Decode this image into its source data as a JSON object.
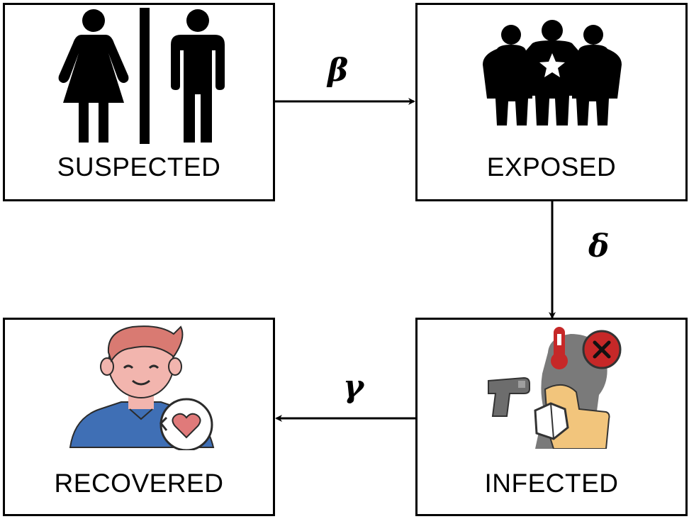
{
  "compartments": {
    "suspected": {
      "label": "SUSPECTED"
    },
    "exposed": {
      "label": "EXPOSED"
    },
    "infected": {
      "label": "INFECTED"
    },
    "recovered": {
      "label": "RECOVERED"
    }
  },
  "transitions": {
    "suspected_to_exposed": {
      "rate": "β"
    },
    "exposed_to_infected": {
      "rate": "δ"
    },
    "infected_to_recovered": {
      "rate": "γ"
    }
  },
  "icons": {
    "suspected": "restroom-people-icon",
    "exposed": "group-with-star-icon",
    "infected": "fever-thermometer-icon",
    "recovered": "recovered-person-heart-icon"
  }
}
